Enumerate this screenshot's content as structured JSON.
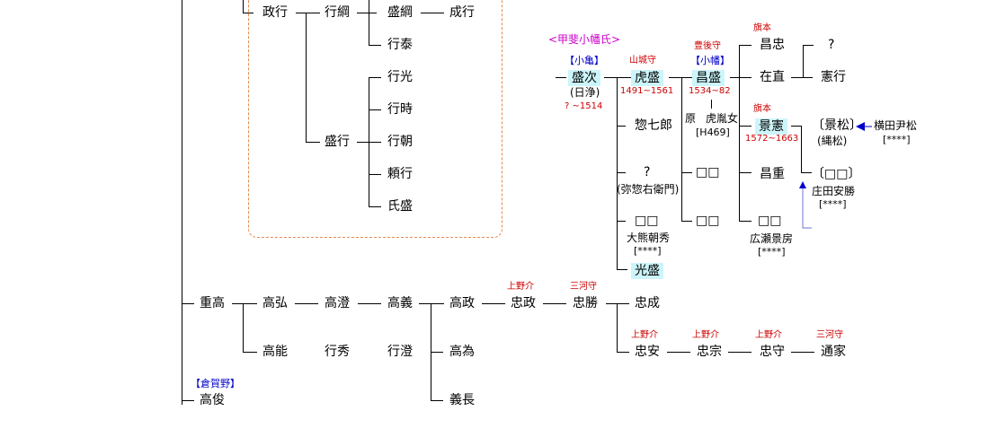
{
  "colors": {
    "annotation": "#cc0000",
    "clan_label": "#0000cc",
    "branch_title": "#cc00cc",
    "highlight": "#ccf5fa",
    "dashed_box": "#e08a50",
    "arrow": "#0000cc"
  },
  "people": {
    "masayuki": "政行",
    "yukitsuna": "行綱",
    "moritsuna": "盛綱",
    "shigeyuki": "成行",
    "yukiyasu": "行泰",
    "yukimitsu": "行光",
    "yukitoki": "行時",
    "moriyuki": "盛行",
    "yukitomo": "行朝",
    "yoriyuki": "頼行",
    "ujimori": "氏盛",
    "moritsugu": "盛次",
    "moritsugu_note": "(日浄)",
    "toramori": "虎盛",
    "soshichiro": "惣七郎",
    "unknown_q": "?",
    "yasoemon": "(弥惣右衛門)",
    "blank_a": "□□",
    "onoasahide": "大熊朝秀",
    "onoasahide_ref": "[****]",
    "mitsumori": "光盛",
    "masamori": "昌盛",
    "hara": "原",
    "torara_jo": "虎胤女",
    "h469": "[H469]",
    "blank_b": "□□",
    "blank_c": "□□",
    "masatada": "昌忠",
    "arinao": "在直",
    "kagenori": "景憲",
    "masashige": "昌重",
    "blank_d": "□□",
    "hirose": "広瀬景房",
    "hirose_ref": "[****]",
    "q2": "?",
    "noriyuki": "憲行",
    "kagematsu": "〔景松〕",
    "nawamatsu": "(縄松)",
    "yokota": "横田尹松",
    "yokota_ref": "[****]",
    "blank_e": "〔□□〕",
    "shoda": "庄田安勝",
    "shoda_ref": "[****]",
    "shigetaka": "重高",
    "takahiro": "高弘",
    "takazumi": "高澄",
    "takayoshi": "高義",
    "takamasa": "高政",
    "tadamasa": "忠政",
    "tadakatsu": "忠勝",
    "tadanari": "忠成",
    "takayoshi2": "高能",
    "yukihide": "行秀",
    "yukizumi": "行澄",
    "takatame": "高為",
    "yoshinaga": "義長",
    "tadayasu": "忠安",
    "tadamune": "忠宗",
    "tadamori": "忠守",
    "michiie": "通家",
    "takatoshi": "高俊"
  },
  "notes": {
    "kai_obata": "<甲斐小幡氏>",
    "kogame": "【小亀】",
    "obata": "【小幡】",
    "kuragano": "【倉賀野】",
    "yamashiro": "山城守",
    "bungo": "豊後守",
    "hatamoto1": "旗本",
    "hatamoto2": "旗本",
    "moritsugu_years": "? ~1514",
    "toramori_years": "1491~1561",
    "masamori_years": "1534~82",
    "kagenori_years": "1572~1663",
    "kozuke1": "上野介",
    "mikawa1": "三河守",
    "kozuke2": "上野介",
    "kozuke3": "上野介",
    "kozuke4": "上野介",
    "mikawa2": "三河守"
  }
}
